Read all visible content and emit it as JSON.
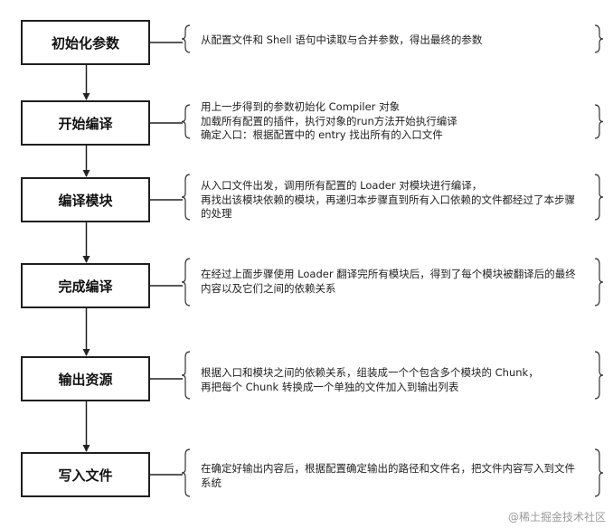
{
  "steps": [
    {
      "title": "初始化参数",
      "lines": [
        "从配置文件和 Shell 语句中读取与合并参数，得出最终的参数"
      ]
    },
    {
      "title": "开始编译",
      "lines": [
        "用上一步得到的参数初始化 Compiler 对象",
        "加载所有配置的插件，执行对象的run方法开始执行编译",
        "确定入口：根据配置中的 entry 找出所有的入口文件"
      ]
    },
    {
      "title": "编译模块",
      "lines": [
        "从入口文件出发，调用所有配置的 Loader 对模块进行编译，",
        "再找出该模块依赖的模块，再递归本步骤直到所有入口依赖的文件都经过了本步骤",
        "的处理"
      ]
    },
    {
      "title": "完成编译",
      "lines": [
        "在经过上面步骤使用 Loader 翻译完所有模块后，得到了每个模块被翻译后的最终",
        "内容以及它们之间的依赖关系"
      ]
    },
    {
      "title": "输出资源",
      "lines": [
        "根据入口和模块之间的依赖关系，组装成一个个包含多个模块的 Chunk，",
        "再把每个 Chunk 转换成一个单独的文件加入到输出列表"
      ]
    },
    {
      "title": "写入文件",
      "lines": [
        "在确定好输出内容后，根据配置确定输出的路径和文件名，把文件内容写入到文件",
        "系统"
      ]
    }
  ],
  "watermark": "@稀土掘金技术社区"
}
